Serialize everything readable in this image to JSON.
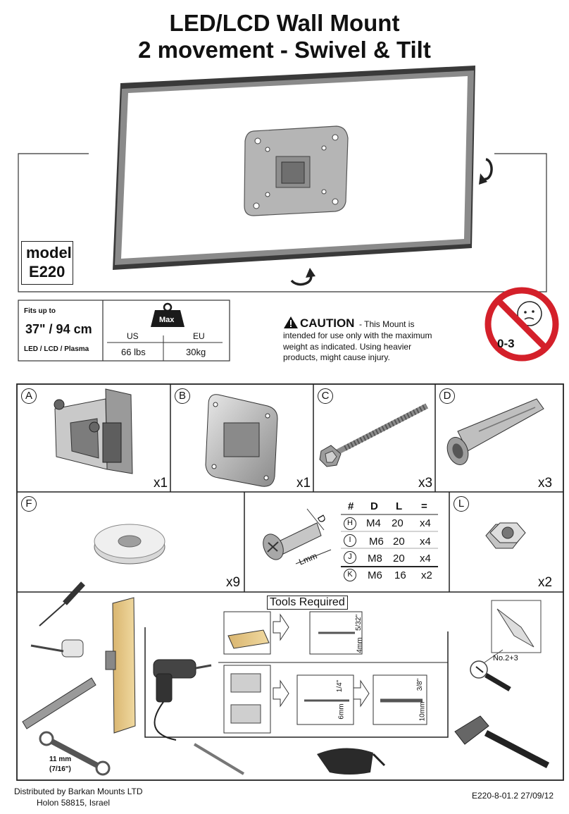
{
  "header": {
    "title_line1": "LED/LCD  Wall Mount",
    "title_line2": "2 movement - Swivel & Tilt"
  },
  "model": {
    "label": "model",
    "code": "E220"
  },
  "specs": {
    "fits_label": "Fits up to",
    "size": "37\" / 94 cm",
    "types": "LED / LCD / Plasma",
    "max_label": "Max",
    "us_label": "US",
    "eu_label": "EU",
    "us_value": "66 lbs",
    "eu_value": "30kg"
  },
  "caution": {
    "heading": "CAUTION",
    "text_line1": "- This Mount is",
    "text_line2": "intended for use only with the maximum",
    "text_line3": "weight as indicated. Using heavier",
    "text_line4": "products, might cause injury."
  },
  "age_warning": {
    "label": "0-3"
  },
  "parts": [
    {
      "letter": "A",
      "qty": "x1"
    },
    {
      "letter": "B",
      "qty": "x1"
    },
    {
      "letter": "C",
      "qty": "x3"
    },
    {
      "letter": "D",
      "qty": "x3"
    },
    {
      "letter": "F",
      "qty": "x9"
    },
    {
      "letter": "L",
      "qty": "x2"
    }
  ],
  "screw_table": {
    "headers": [
      "#",
      "D",
      "L",
      "="
    ],
    "dim_d": "D",
    "dim_l": "Lmm",
    "rows": [
      {
        "id": "H",
        "d": "M4",
        "l": "20",
        "qty": "x4"
      },
      {
        "id": "I",
        "d": "M6",
        "l": "20",
        "qty": "x4"
      },
      {
        "id": "J",
        "d": "M8",
        "l": "20",
        "qty": "x4"
      },
      {
        "id": "K",
        "d": "M6",
        "l": "16",
        "qty": "x2"
      }
    ]
  },
  "tools": {
    "heading": "Tools Required",
    "wrench_size": "11 mm",
    "wrench_inch": "(7/16\")",
    "drill_wood_inch": "5/32\"",
    "drill_wood_mm": "4mm",
    "drill_masonry1_inch": "1/4\"",
    "drill_masonry1_mm": "6mm",
    "drill_masonry2_inch": "3/8\"",
    "drill_masonry2_mm": "10mm",
    "screwdriver_size": "No.2+3"
  },
  "footer": {
    "distributor_line1": "Distributed by Barkan Mounts LTD",
    "distributor_line2": "Holon 58815, Israel",
    "doc_code": "E220-8-01.2  27/09/12"
  }
}
